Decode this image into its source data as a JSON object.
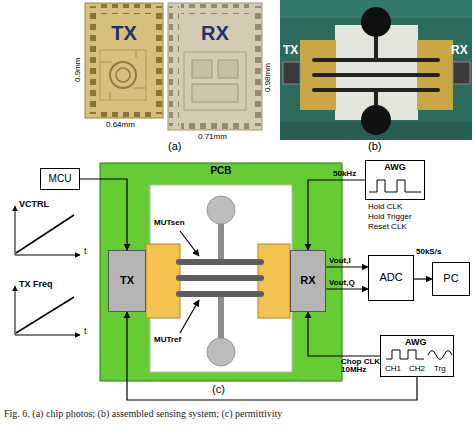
{
  "diagram": {
    "caption": "Fig. 6. (a) chip photos; (b) assembled sensing system; (c) permittivity",
    "nodes": [
      {
        "text": [
          "TX"
        ]
      },
      {
        "text": [
          "RX"
        ]
      },
      {
        "text": [
          "MCU"
        ]
      },
      {
        "text": [
          "PCB"
        ]
      },
      {
        "text": [
          "TX"
        ],
        "in": 3
      },
      {
        "text": [
          "RX"
        ],
        "in": 3
      },
      {
        "text": [
          "AWG"
        ]
      },
      {
        "text": [
          "ADC"
        ]
      },
      {
        "text": [
          "PC"
        ]
      },
      {
        "text": [
          "AWG",
          "CH1",
          "CH2",
          "Trg"
        ]
      }
    ],
    "edges": [
      {
        "from": 2,
        "to": 4,
        "arrow": "to"
      },
      {
        "from": 6,
        "to": 5,
        "label": "50kHz",
        "arrow": "to"
      },
      {
        "from": 5,
        "to": 7,
        "label": "Vout,I",
        "arrow": "to"
      },
      {
        "from": 5,
        "to": 7,
        "label": "Vout,Q",
        "arrow": "to"
      },
      {
        "from": 7,
        "to": 8,
        "label": "50kS/s",
        "arrow": "to"
      },
      {
        "from": 9,
        "to": 5,
        "label": "Chop CLK 10MHz",
        "arrow": "to"
      },
      {
        "from": 9,
        "to": 4,
        "arrow": "to"
      }
    ],
    "labels": [
      "(a)",
      "0.9mm",
      "0.64mm",
      "0.98mm",
      "0.71mm",
      "TX",
      "RX",
      "(b)",
      "VCTRL",
      "t",
      "TX Freq",
      "t",
      "MUTsen",
      "MUTref",
      "Hold CLK",
      "Hold Trigger",
      "Reset CLK",
      "(c)"
    ]
  }
}
